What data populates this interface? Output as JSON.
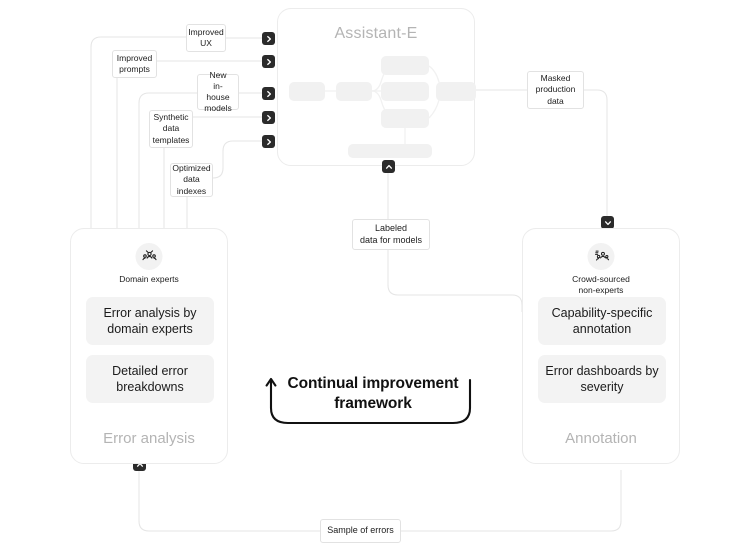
{
  "assistant": {
    "title": "Assistant-E",
    "marker_icon": "chevron-up-icon",
    "input_markers": [
      {
        "icon": "chevron-right-icon"
      },
      {
        "icon": "chevron-right-icon"
      },
      {
        "icon": "chevron-right-icon"
      },
      {
        "icon": "chevron-right-icon"
      },
      {
        "icon": "chevron-right-icon"
      }
    ]
  },
  "input_chips": [
    {
      "label": "Improved\nUX"
    },
    {
      "label": "Improved\nprompts"
    },
    {
      "label": "New\nin-house\nmodels"
    },
    {
      "label": "Synthetic\ndata\ntemplates"
    },
    {
      "label": "Optimized\ndata\nindexes"
    }
  ],
  "flow_chips": {
    "masked": "Masked\nproduction\ndata",
    "labeled": "Labeled\ndata for models",
    "sample": "Sample of errors"
  },
  "left_panel": {
    "icon": "domain-experts-icon",
    "role": "Domain experts",
    "cards": [
      "Error analysis by domain experts",
      "Detailed error breakdowns"
    ],
    "title": "Error analysis",
    "marker_icon": "chevron-up-icon"
  },
  "right_panel": {
    "icon": "crowd-workers-icon",
    "role": "Crowd-sourced\nnon-experts",
    "cards": [
      "Capability-specific annotation",
      "Error dashboards by severity"
    ],
    "title": "Annotation",
    "marker_icon": "chevron-down-icon"
  },
  "center_caption": "Continual improvement framework",
  "colors": {
    "background": "#ffffff",
    "panel_border": "#ececec",
    "skeleton": "#f1f1f1",
    "card_fill": "#f3f3f3",
    "muted_text": "#b4b4b4",
    "body_text": "#1d1d1d",
    "marker_fill": "#2b2b2b",
    "wire": "#e6e6e6",
    "caption": "#111111"
  }
}
